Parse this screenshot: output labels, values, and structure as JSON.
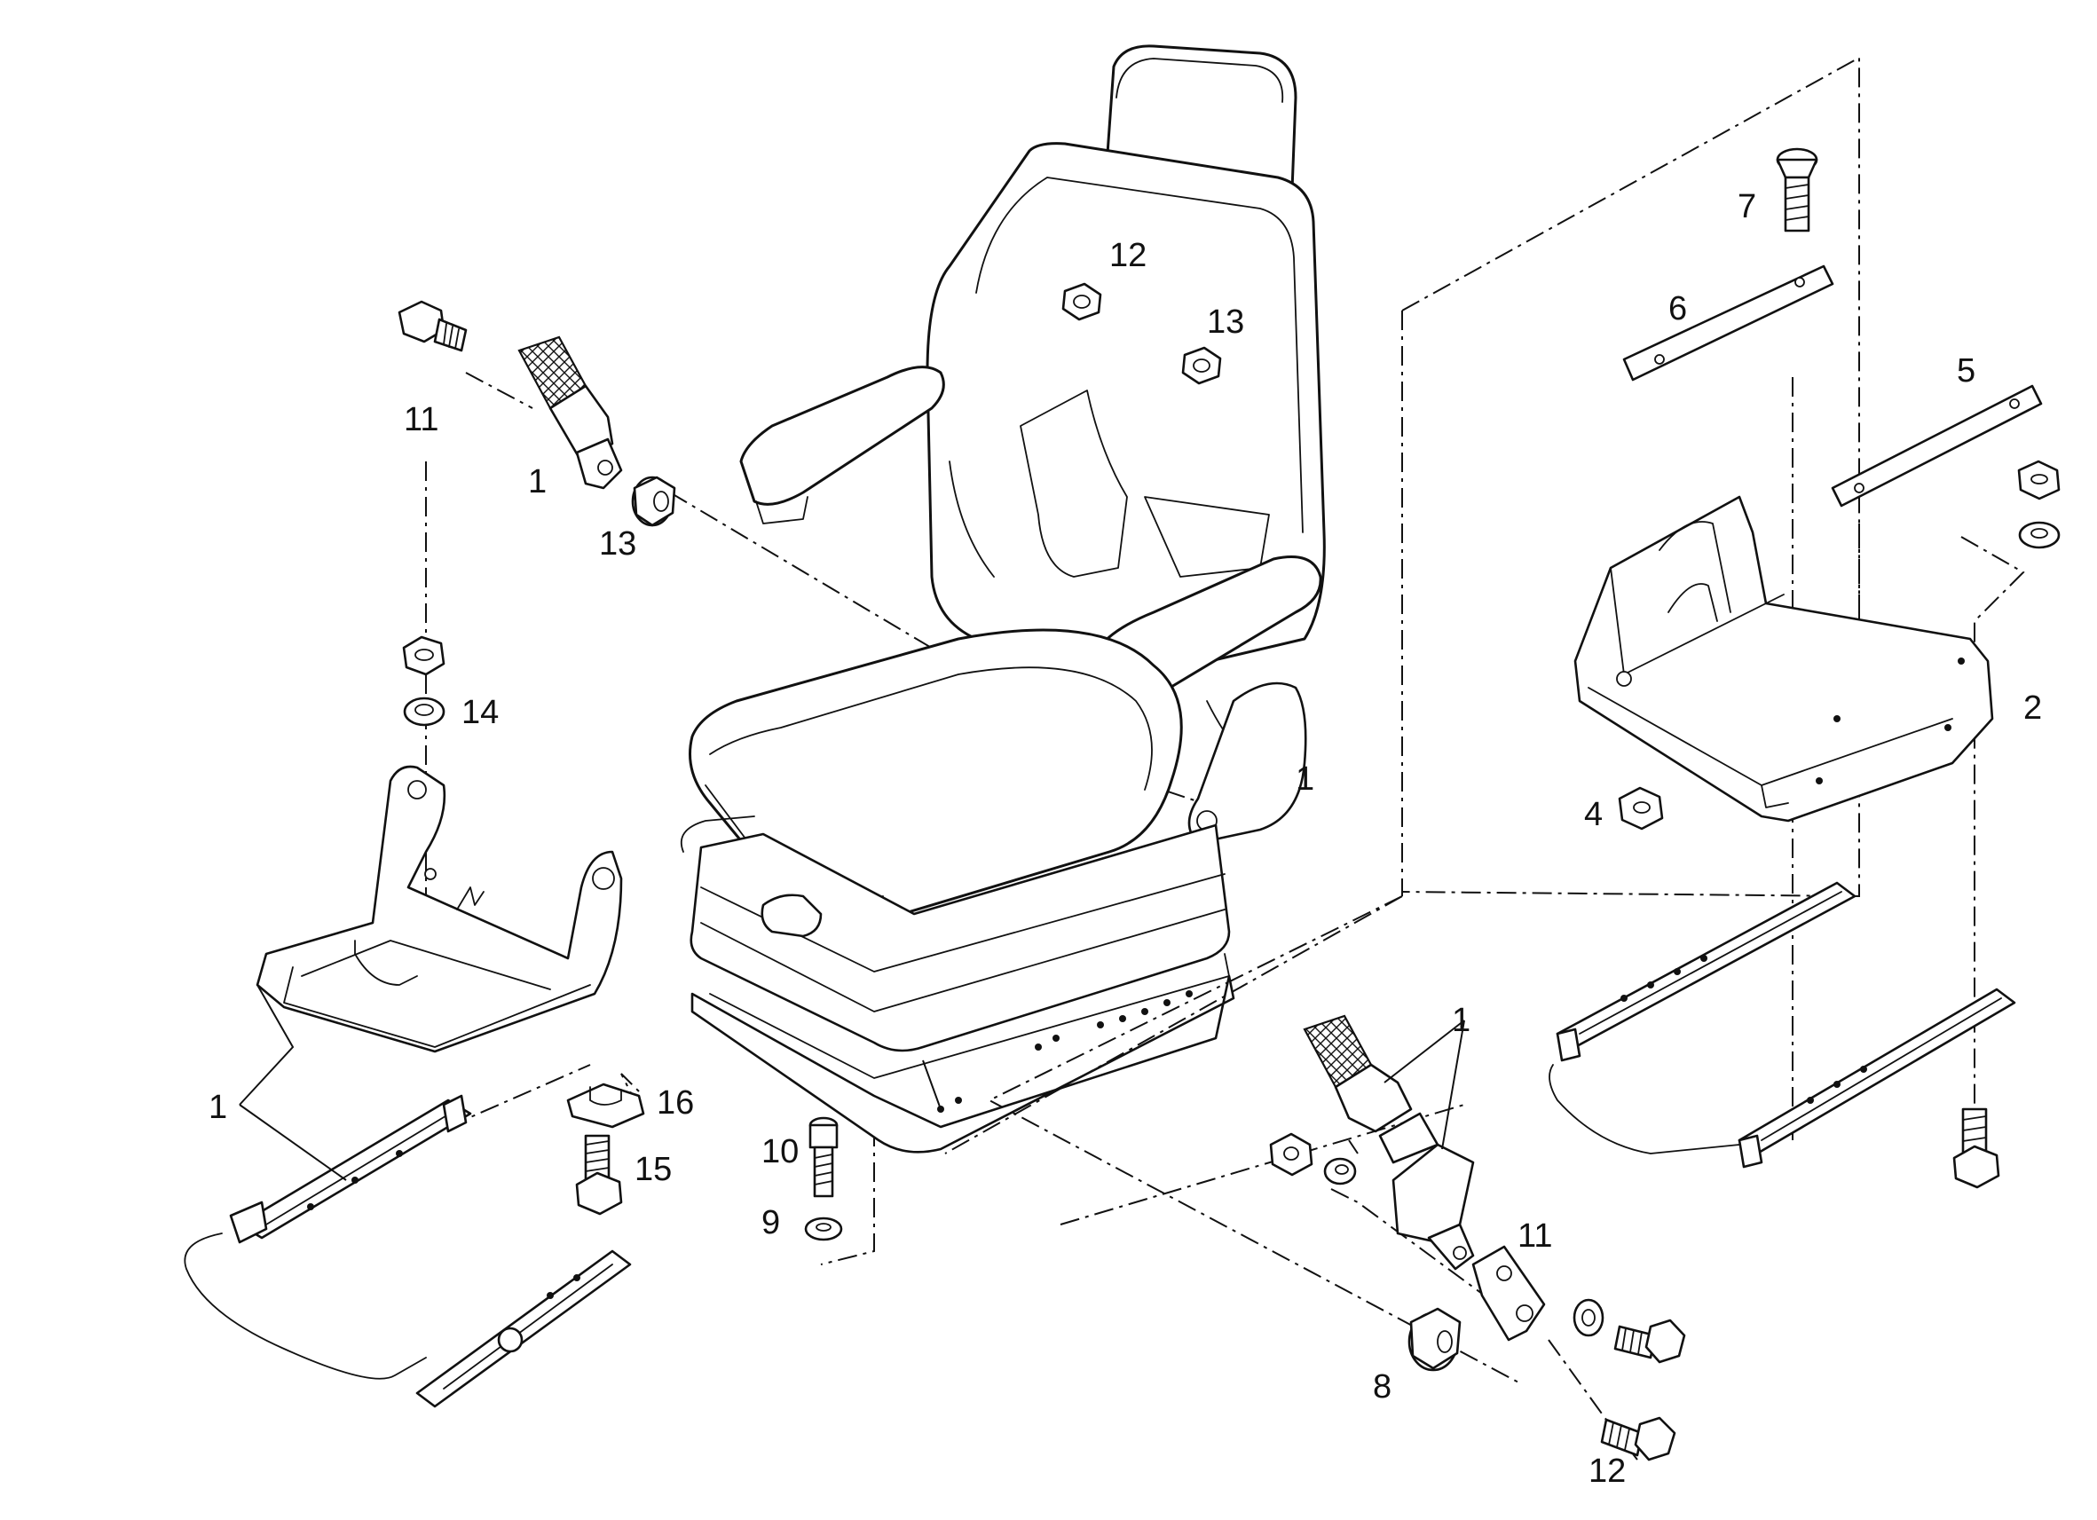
{
  "callouts": [
    {
      "id": "c-1-armrest-belt-left",
      "text": "1"
    },
    {
      "id": "c-1-seat-side",
      "text": "1"
    },
    {
      "id": "c-1-base-rails",
      "text": "1"
    },
    {
      "id": "c-1-belt-buckle-right",
      "text": "1"
    },
    {
      "id": "c-2",
      "text": "2"
    },
    {
      "id": "c-4",
      "text": "4"
    },
    {
      "id": "c-5",
      "text": "5"
    },
    {
      "id": "c-6",
      "text": "6"
    },
    {
      "id": "c-7",
      "text": "7"
    },
    {
      "id": "c-8",
      "text": "8"
    },
    {
      "id": "c-9",
      "text": "9"
    },
    {
      "id": "c-10",
      "text": "10"
    },
    {
      "id": "c-11-left",
      "text": "11"
    },
    {
      "id": "c-11-right",
      "text": "11"
    },
    {
      "id": "c-12-left",
      "text": "12"
    },
    {
      "id": "c-12-right",
      "text": "12"
    },
    {
      "id": "c-13-left",
      "text": "13"
    },
    {
      "id": "c-13-right",
      "text": "13"
    },
    {
      "id": "c-14",
      "text": "14"
    },
    {
      "id": "c-15",
      "text": "15"
    },
    {
      "id": "c-16",
      "text": "16"
    }
  ]
}
